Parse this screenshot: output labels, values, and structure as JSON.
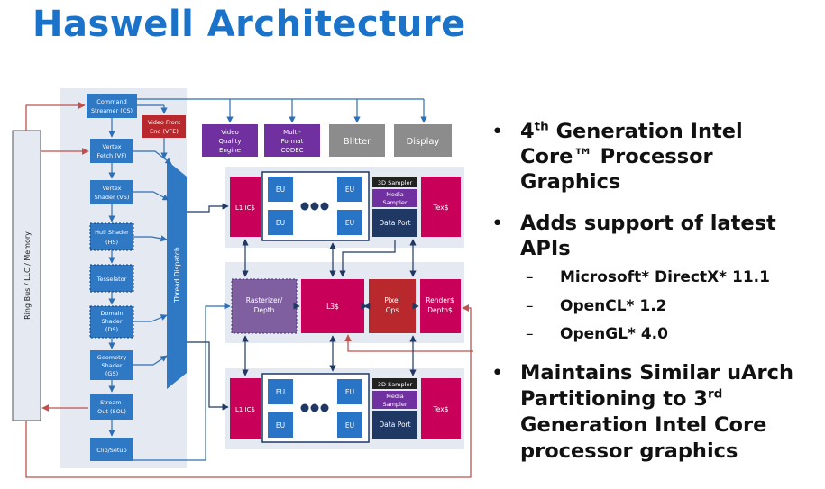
{
  "title": "Haswell Architecture",
  "ring_bus": "Ring Bus / LLC / Memory",
  "thread_dispatch": "Thread Dispatch",
  "pipeline": {
    "command_streamer": [
      "Command",
      "Streamer (CS)"
    ],
    "vertex_fetch": [
      "Vertex",
      "Fetch (VF)"
    ],
    "vertex_shader": [
      "Vertex",
      "Shader (VS)"
    ],
    "hull_shader": [
      "Hull Shader",
      "(HS)"
    ],
    "tessellator": "Tesselator",
    "domain_shader": [
      "Domain",
      "Shader",
      "(DS)"
    ],
    "geometry_shader": [
      "Geometry",
      "Shader",
      "(GS)"
    ],
    "stream_out": [
      "Stream-",
      "Out (SOL)"
    ],
    "clip_setup": "Clip/Setup",
    "video_front_end": [
      "Video Front",
      "End (VFE)"
    ]
  },
  "media": {
    "vqe": [
      "Video",
      "Quality",
      "Engine"
    ],
    "codec": [
      "Multi-",
      "Format",
      "CODEC"
    ],
    "blitter": "Blitter",
    "display": "Display"
  },
  "slice": {
    "l1": "L1 IC$",
    "eu": "EU",
    "sampler": "3D Sampler",
    "media_sampler": [
      "Media",
      "Sampler"
    ],
    "data_port": "Data Port",
    "tex": "Tex$"
  },
  "common": {
    "rasterizer": [
      "Rasterizer/",
      "Depth"
    ],
    "l3": "L3$",
    "pixel_ops": [
      "Pixel",
      "Ops"
    ],
    "render": [
      "Render$",
      "Depth$"
    ]
  },
  "bullets": {
    "b1_pre": "4",
    "b1_sup": "th",
    "b1_rest": " Generation Intel",
    "b1_l2": "Core™ Processor",
    "b1_l3": "Graphics",
    "b2_l1": "Adds support of latest",
    "b2_l2": "APIs",
    "sub_dash": "–",
    "sub1": "Microsoft* DirectX* 11.1",
    "sub2": "OpenCL* 1.2",
    "sub3": "OpenGL* 4.0",
    "b3_l1": "Maintains Similar uArch",
    "b3_l2_pre": "Partitioning to 3",
    "b3_l2_sup": "rd",
    "b3_l3": "Generation Intel Core",
    "b3_l4": "processor graphics",
    "dot": "•"
  },
  "colors": {
    "title": "#1a73c9",
    "pipeline_box": "#2f78c4",
    "media_purple": "#7030a0",
    "gray_box": "#8c8c8c",
    "eu_blue": "#2874c7",
    "magenta": "#c8005a",
    "dark_red": "#b8282c",
    "arrow_red": "#c0504d",
    "arrow_blue": "#2f6fb5",
    "panel": "#e4e9f2",
    "navy": "#1f3864"
  }
}
